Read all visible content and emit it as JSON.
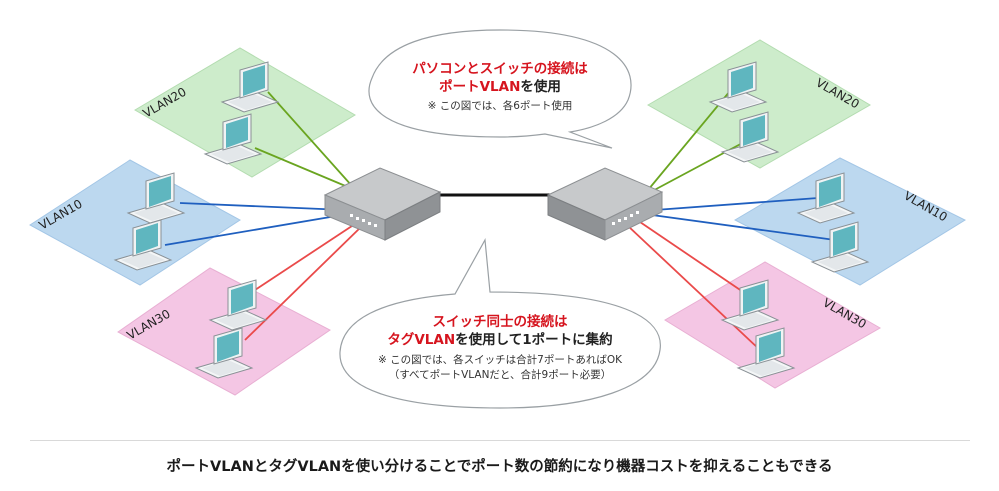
{
  "top_bubble": {
    "line1": "パソコンとスイッチの接続は",
    "line2_red": "ポートVLAN",
    "line2_rest": "を使用",
    "note": "※ この図では、各6ポート使用"
  },
  "bottom_bubble": {
    "line1": "スイッチ同士の接続は",
    "line2_red": "タグVLAN",
    "line2_rest": "を使用して1ポートに集約",
    "note1": "※ この図では、各スイッチは合計7ポートあればOK",
    "note2": "（すべてポートVLANだと、合計9ポート必要）"
  },
  "vlans": {
    "left_top": "VLAN20",
    "left_mid": "VLAN10",
    "left_bot": "VLAN30",
    "right_top": "VLAN20",
    "right_mid": "VLAN10",
    "right_bot": "VLAN30"
  },
  "caption": "ポートVLANとタグVLANを使い分けることでポート数の節約になり機器コストを抑えることもできる",
  "colors": {
    "vlan20_fill": "#cdeccb",
    "vlan10_fill": "#bcd8ef",
    "vlan30_fill": "#f4c6e4",
    "vlan20_line": "#6aa520",
    "vlan10_line": "#1f5fbf",
    "vlan30_line": "#ea4a4a",
    "accent_red": "#d6141e"
  }
}
